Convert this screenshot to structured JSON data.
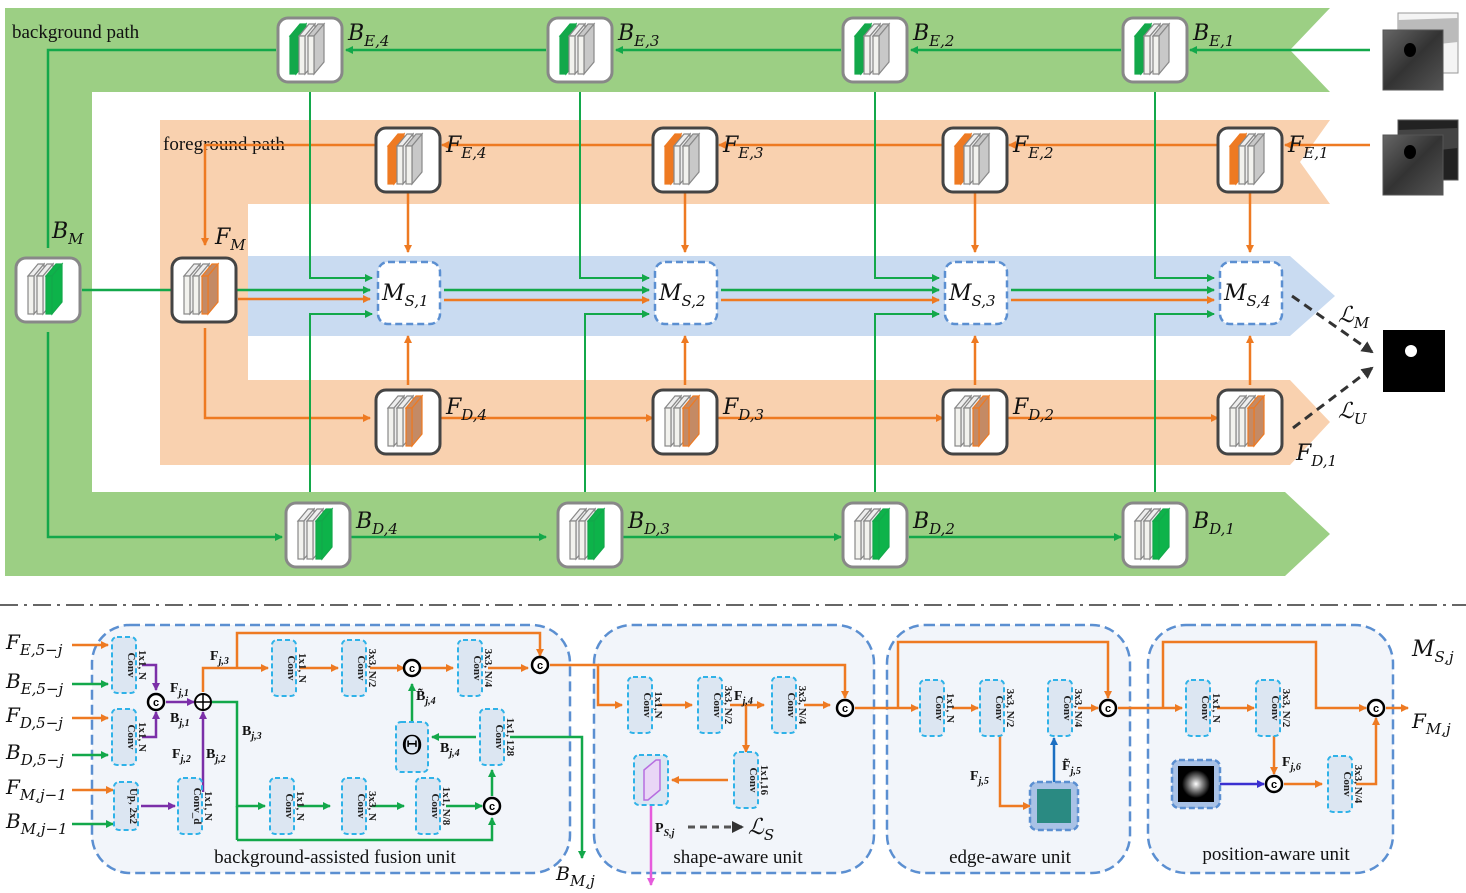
{
  "colors": {
    "green_band": "#9ccf84",
    "orange_band": "#f9d1af",
    "blue_band": "#c9dbf1",
    "green_line": "#13a84a",
    "orange_line": "#ee7a22",
    "purple_line": "#7b2fa8",
    "magenta_line": "#e65bdc",
    "blue_line": "#1c6fc2",
    "unit_border": "#5b8fd1",
    "block_border": "#2fb2e8",
    "block_fill": "#dce6f2"
  },
  "top": {
    "background_path_label": "background path",
    "foreground_path_label": "foreground path",
    "BM": {
      "main": "B",
      "sub": "M"
    },
    "FM": {
      "main": "F",
      "sub": "M"
    },
    "encoder_bg": [
      {
        "main": "B",
        "sub": "E,4"
      },
      {
        "main": "B",
        "sub": "E,3"
      },
      {
        "main": "B",
        "sub": "E,2"
      },
      {
        "main": "B",
        "sub": "E,1"
      }
    ],
    "encoder_fg": [
      {
        "main": "F",
        "sub": "E,4"
      },
      {
        "main": "F",
        "sub": "E,3"
      },
      {
        "main": "F",
        "sub": "E,2"
      },
      {
        "main": "F",
        "sub": "E,1"
      }
    ],
    "modules": [
      {
        "main": "M",
        "sub": "S,1"
      },
      {
        "main": "M",
        "sub": "S,2"
      },
      {
        "main": "M",
        "sub": "S,3"
      },
      {
        "main": "M",
        "sub": "S,4"
      }
    ],
    "decoder_fg": [
      {
        "main": "F",
        "sub": "D,4"
      },
      {
        "main": "F",
        "sub": "D,3"
      },
      {
        "main": "F",
        "sub": "D,2"
      },
      {
        "main": "F",
        "sub": "D,1"
      }
    ],
    "decoder_bg": [
      {
        "main": "B",
        "sub": "D,4"
      },
      {
        "main": "B",
        "sub": "D,3"
      },
      {
        "main": "B",
        "sub": "D,2"
      },
      {
        "main": "B",
        "sub": "D,1"
      }
    ],
    "loss_M": {
      "main": "ℒ",
      "sub": "M"
    },
    "loss_U": {
      "main": "ℒ",
      "sub": "U"
    }
  },
  "bottom": {
    "module_label": {
      "main": "M",
      "sub": "S,j"
    },
    "inputs": [
      {
        "main": "F",
        "sub": "E,5−j",
        "color": "orange"
      },
      {
        "main": "B",
        "sub": "E,5−j",
        "color": "green"
      },
      {
        "main": "F",
        "sub": "D,5−j",
        "color": "orange"
      },
      {
        "main": "B",
        "sub": "D,5−j",
        "color": "green"
      },
      {
        "main": "F",
        "sub": "M,j−1",
        "color": "orange"
      },
      {
        "main": "B",
        "sub": "M,j−1",
        "color": "green"
      }
    ],
    "output_F": {
      "main": "F",
      "sub": "M,j"
    },
    "output_B": {
      "main": "B",
      "sub": "M,j"
    },
    "units": {
      "fusion": {
        "title": "background-assisted fusion unit",
        "blocks": [
          {
            "l1": "Conv",
            "l2": "1x1, N"
          },
          {
            "l1": "Conv",
            "l2": "1x1, N"
          },
          {
            "l1": "Up, 2x2",
            "l2": ""
          },
          {
            "l1": "Conv_d",
            "l2": "1x1, N"
          },
          {
            "l1": "Conv",
            "l2": "1x1, N"
          },
          {
            "l1": "Conv",
            "l2": "3x3, N/2"
          },
          {
            "l1": "Conv",
            "l2": "3x3, N/4"
          },
          {
            "l1": "Conv",
            "l2": "1x1, 128"
          },
          {
            "l1": "Conv",
            "l2": "1x1, N"
          },
          {
            "l1": "Conv",
            "l2": "3x3, N"
          },
          {
            "l1": "Conv",
            "l2": "1x1, N/8"
          }
        ],
        "theta": "Θ",
        "labels": {
          "Fj1": {
            "main": "F",
            "sub": "j,1"
          },
          "Bj1": {
            "main": "B",
            "sub": "j,1"
          },
          "Fj2": {
            "main": "F",
            "sub": "j,2"
          },
          "Bj2": {
            "main": "B",
            "sub": "j,2"
          },
          "Fj3": {
            "main": "F",
            "sub": "j,3"
          },
          "Bj3": {
            "main": "B",
            "sub": "j,3"
          },
          "Bj4": {
            "main": "B",
            "sub": "j,4"
          },
          "Bj4t": {
            "main": "B̃",
            "sub": "j,4"
          }
        }
      },
      "shape": {
        "title": "shape-aware unit",
        "blocks": [
          {
            "l1": "Conv",
            "l2": "1x1,N"
          },
          {
            "l1": "Conv",
            "l2": "3x3, N/2"
          },
          {
            "l1": "Conv",
            "l2": "3x3, N/4"
          },
          {
            "l1": "Conv",
            "l2": "1x1,16"
          }
        ],
        "labels": {
          "Fj4": {
            "main": "F",
            "sub": "j,4"
          },
          "Psj": {
            "main": "P",
            "sub": "S,j"
          },
          "LS": {
            "main": "ℒ",
            "sub": "S"
          }
        }
      },
      "edge": {
        "title": "edge-aware unit",
        "blocks": [
          {
            "l1": "Conv",
            "l2": "1x1, N"
          },
          {
            "l1": "Conv",
            "l2": "3x3, N/2"
          },
          {
            "l1": "Conv",
            "l2": "3x3, N/4"
          }
        ],
        "labels": {
          "Fj5": {
            "main": "F",
            "sub": "j,5"
          },
          "Fj5t": {
            "main": "F̃",
            "sub": "j,5"
          }
        }
      },
      "position": {
        "title": "position-aware unit",
        "blocks": [
          {
            "l1": "Conv",
            "l2": "1x1, N"
          },
          {
            "l1": "Conv",
            "l2": "3x3, N/2"
          },
          {
            "l1": "Conv",
            "l2": "3x3, N/4"
          }
        ],
        "labels": {
          "Fj6": {
            "main": "F",
            "sub": "j,6"
          }
        }
      }
    },
    "concat_symbol": "c",
    "add_symbol": "+"
  }
}
